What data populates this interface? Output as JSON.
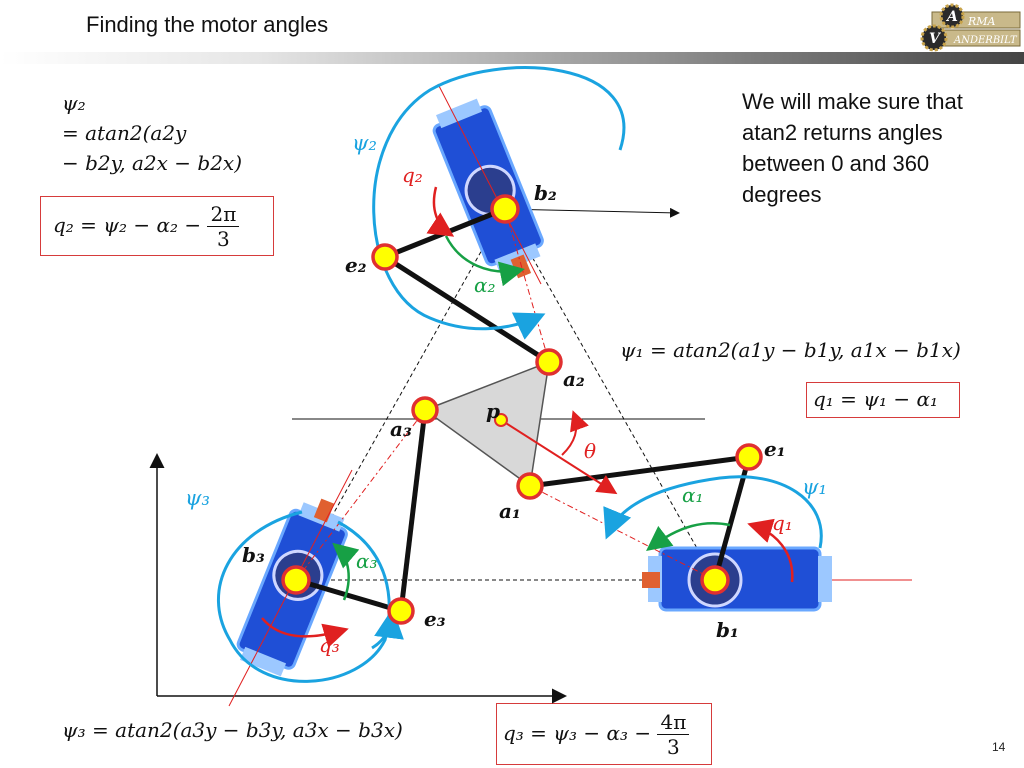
{
  "slide": {
    "title": "Finding the motor angles",
    "page_number": "14",
    "note": "We will make sure that atan2 returns angles between 0 and 360 degrees"
  },
  "logo": {
    "text_top": "RMA",
    "text_bottom": "ANDERBILT",
    "letter_a": "A",
    "letter_v": "V"
  },
  "equations": {
    "psi2_lines": [
      "ψ₂",
      "= atan2(a2y",
      "− b2y, a2x − b2x)"
    ],
    "q2_lhs": "q₂ = ψ₂ − α₂ −",
    "q2_num": "2π",
    "q2_den": "3",
    "psi1": "ψ₁ = atan2(a1y − b1y, a1x − b1x)",
    "q1": "q₁ = ψ₁ − α₁",
    "psi3": "ψ₃ = atan2(a3y − b3y, a3x − b3x)",
    "q3_lhs": "q₃ = ψ₃ − α₃ −",
    "q3_num": "4π",
    "q3_den": "3"
  },
  "diagram_labels": {
    "psi2": "ψ₂",
    "q2": "q₂",
    "b2": "b₂",
    "e2": "e₂",
    "alpha2": "α₂",
    "a2": "a₂",
    "p": "p",
    "a3": "a₃",
    "theta": "θ",
    "e1": "e₁",
    "psi1": "ψ₁",
    "alpha1": "α₁",
    "q1": "q₁",
    "a1": "a₁",
    "psi3": "ψ₃",
    "b3": "b₃",
    "alpha3": "α₃",
    "e3": "e₃",
    "q3": "q₃",
    "b1": "b₁"
  },
  "colors": {
    "psi_arc": "#1aa3e0",
    "q_arc": "#e02020",
    "alpha_arc": "#17a045",
    "joint_fill": "#ffff00",
    "joint_stroke": "#e03030",
    "servo_body": "#1f4fd6",
    "box_border": "#d63b3b"
  }
}
